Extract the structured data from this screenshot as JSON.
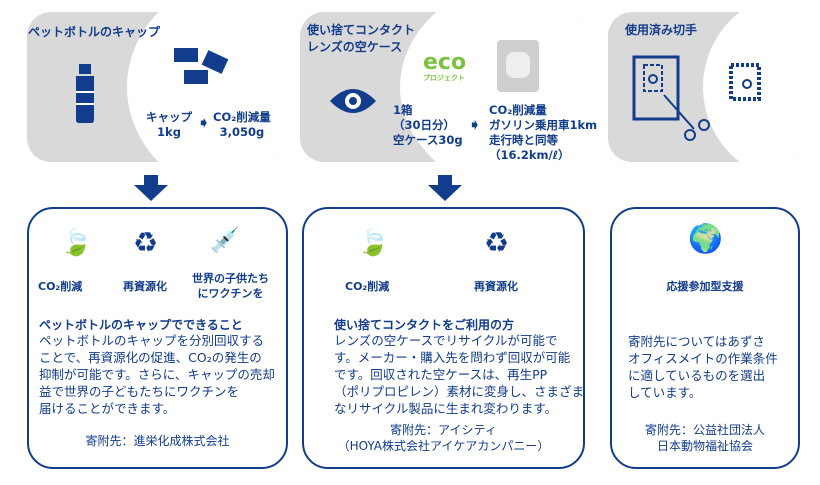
{
  "panels": [
    {
      "title": "ペットボトルのキャップ",
      "from_label": "キャップ",
      "from_value": "1kg",
      "to_label": "CO₂削減量",
      "to_value": "3,050g"
    },
    {
      "title_line1": "使い捨てコンタクト",
      "title_line2": "レンズの空ケース",
      "eco_logo": "eco",
      "eco_sub": "プロジェクト",
      "from_line1": "1箱",
      "from_line2": "（30日分）",
      "from_line3": "空ケース30g",
      "to_line1": "CO₂削減量",
      "to_line2": "ガソリン乗用車1km",
      "to_line3": "走行時と同等",
      "to_line4": "（16.2km/ℓ）"
    },
    {
      "title": "使用済み切手"
    }
  ],
  "boxes": [
    {
      "icons": [
        "CO₂削減",
        "再資源化",
        "世界の子供たち",
        "にワクチンを"
      ],
      "heading": "ペットボトルのキャップでできること",
      "body": [
        "ペットボトルのキャップを分別回収する",
        "ことで、再資源化の促進、CO₂の発生の",
        "抑制が可能です。さらに、キャップの売却",
        "益で世界の子どもたちにワクチンを",
        "届けることができます。"
      ],
      "donee": [
        "寄附先：進栄化成株式会社"
      ]
    },
    {
      "icons": [
        "CO₂削減",
        "再資源化"
      ],
      "heading": "使い捨てコンタクトをご利用の方",
      "body": [
        "レンズの空ケースでリサイクルが可能で",
        "す。メーカー・購入先を問わず回収が可能",
        "です。回収された空ケースは、再生PP",
        "（ポリプロピレン）素材に変身し、さまざま",
        "なリサイクル製品に生まれ変わります。"
      ],
      "donee": [
        "寄附先：アイシティ",
        "（HOYA株式会社アイケアカンパニー）"
      ]
    },
    {
      "icons": [
        "応援参加型支援"
      ],
      "body": [
        "寄附先についてはあずさ",
        "オフィスメイトの作業条件",
        "に適しているものを選出",
        "しています。"
      ],
      "donee": [
        "寄附先：公益社団法人",
        "日本動物福祉協会"
      ]
    }
  ],
  "colors": {
    "navy": "#123c8c",
    "gray": "#d9d9d9",
    "eco": "#7cc242"
  }
}
